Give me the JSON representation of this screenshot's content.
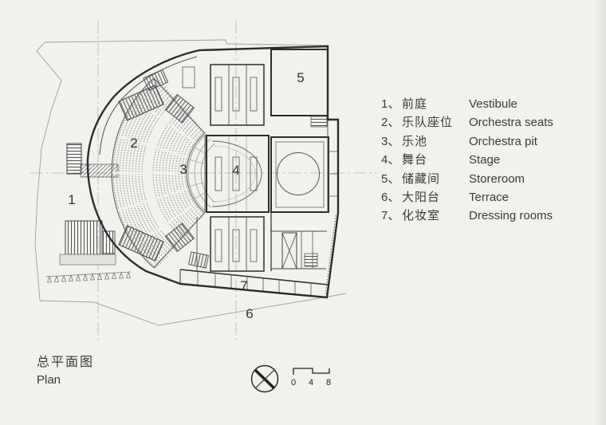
{
  "colors": {
    "paper": "#f2f1ee",
    "ink": "#3a3a3a",
    "wall": "#2c2c2c",
    "site_line": "#9c9c9c",
    "seat_dot": "#8f8f8f",
    "centerline": "#b5b5b5"
  },
  "plan": {
    "room_numbers": [
      "1",
      "2",
      "3",
      "4",
      "5",
      "6",
      "7"
    ]
  },
  "legend": {
    "items": [
      {
        "num": "1、",
        "zh": "前庭",
        "en": "Vestibule"
      },
      {
        "num": "2、",
        "zh": "乐队座位",
        "en": "Orchestra seats"
      },
      {
        "num": "3、",
        "zh": "乐池",
        "en": "Orchestra pit"
      },
      {
        "num": "4、",
        "zh": "舞台",
        "en": "Stage"
      },
      {
        "num": "5、",
        "zh": "储藏间",
        "en": "Storeroom"
      },
      {
        "num": "6、",
        "zh": "大阳台",
        "en": "Terrace"
      },
      {
        "num": "7、",
        "zh": "化妆室",
        "en": "Dressing rooms"
      }
    ]
  },
  "title": {
    "zh": "总平面图",
    "en": "Plan"
  },
  "scale_bar": {
    "labels": [
      "0",
      "4",
      "8"
    ]
  }
}
